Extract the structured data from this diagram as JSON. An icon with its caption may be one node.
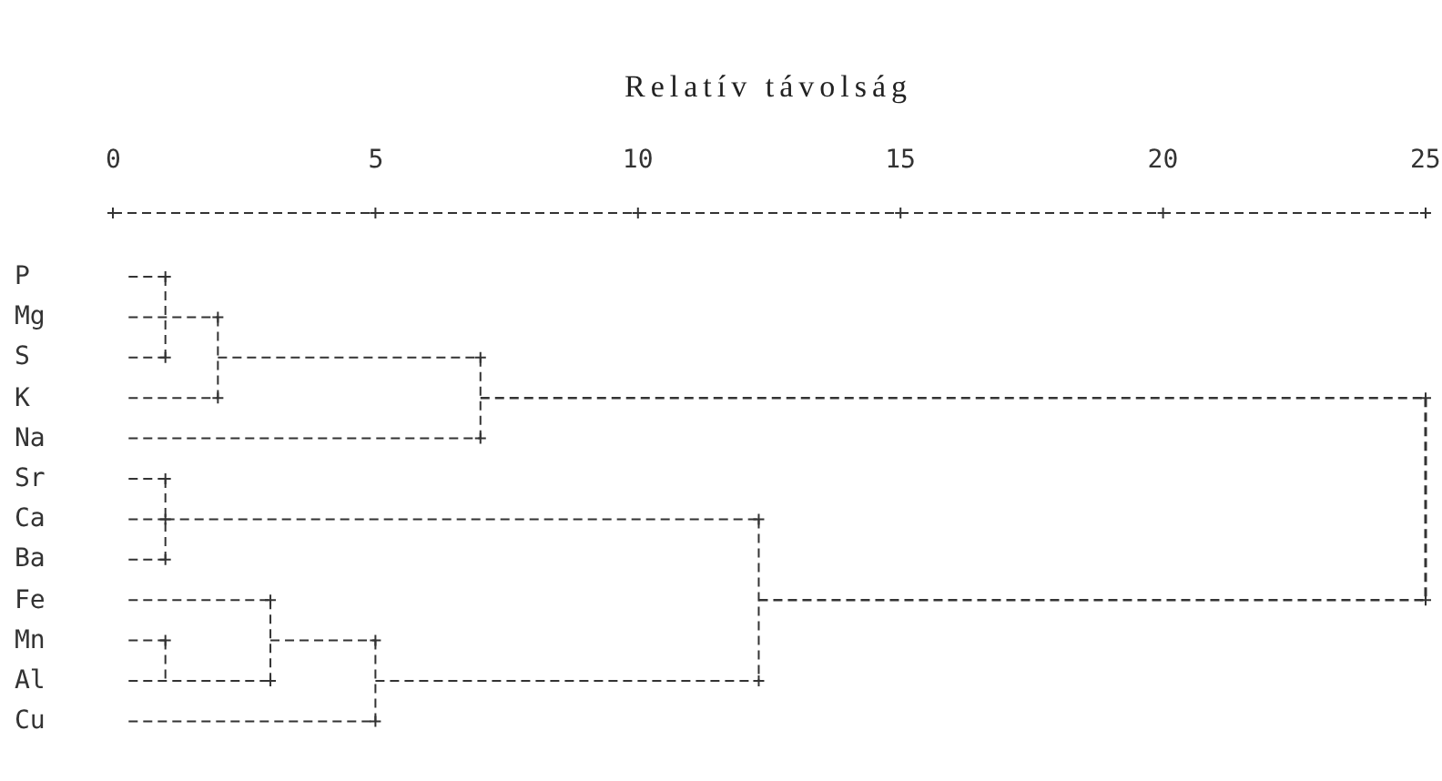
{
  "diagram": {
    "title": "Relatív távolság",
    "labels": [
      "0",
      "5",
      "10",
      "15",
      "20",
      "25",
      "P",
      "Mg",
      "S",
      "K",
      "Na",
      "Sr",
      "Ca",
      "Ba",
      "Fe",
      "Mn",
      "Al",
      "Cu"
    ]
  }
}
